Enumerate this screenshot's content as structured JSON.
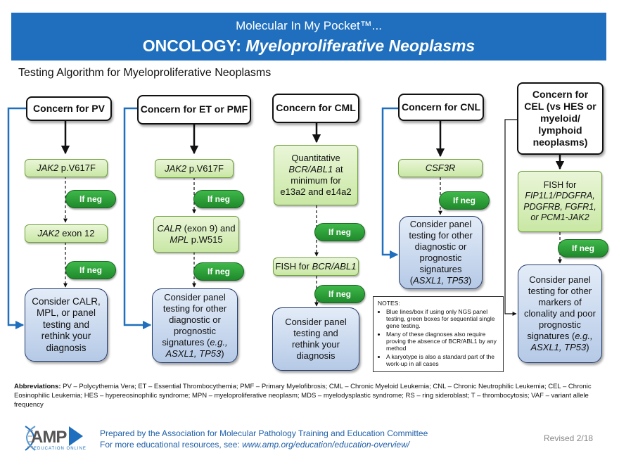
{
  "header": {
    "subtitle": "Molecular In My Pocket™...",
    "title_prefix": "ONCOLOGY: ",
    "title_italic": "Myeloproliferative Neoplasms"
  },
  "diagram_title": "Testing Algorithm for Myeloproliferative Neoplasms",
  "pill_label": "If neg",
  "columns": {
    "pv": {
      "concern": "Concern for PV",
      "test1_gene": "JAK2",
      "test1_rest": " p.V617F",
      "test2_gene": "JAK2",
      "test2_rest": " exon 12",
      "final": "Consider CALR, MPL, or panel testing and rethink your diagnosis"
    },
    "et": {
      "concern": "Concern for ET or PMF",
      "test1_gene": "JAK2",
      "test1_rest": " p.V617F",
      "test2_gene1": "CALR",
      "test2_rest1": " (exon 9) and ",
      "test2_gene2": "MPL",
      "test2_rest2": " p.W515",
      "final_pre": "Consider panel testing for other diagnostic or prognostic signatures (",
      "final_italic": "e.g., ASXL1, TP53",
      "final_post": ")"
    },
    "cml": {
      "concern": "Concern for CML",
      "test1_pre": "Quantitative ",
      "test1_gene": "BCR/ABL1",
      "test1_post": " at minimum for e13a2 and e14a2",
      "test2_pre": "FISH for ",
      "test2_gene": "BCR/ABL1",
      "final": "Consider panel testing and rethink your diagnosis"
    },
    "cnl": {
      "concern": "Concern for CNL",
      "test1_gene": "CSF3R",
      "final_pre": "Consider panel testing for other diagnostic or prognostic signatures (",
      "final_italic": "ASXL1, TP53",
      "final_post": ")"
    },
    "cel": {
      "concern": "Concern for CEL (vs HES or myeloid/ lymphoid neoplasms)",
      "test1_pre": "FISH for ",
      "test1_genes": "FIP1L1/PDGFRA, PDGFRB, FGFR1, or PCM1-JAK2",
      "final_pre": "Consider panel testing for other markers of clonality and poor prognostic signatures (",
      "final_italic": "e.g., ASXL1, TP53",
      "final_post": ")"
    }
  },
  "notes": {
    "heading": "NOTES:",
    "items": [
      "Blue lines/box if using only NGS panel testing, green boxes for sequential single gene testing.",
      "Many of these diagnoses also require proving the absence of BCR/ABL1 by any method",
      "A karyotype is also a standard part of the work-up in all cases"
    ]
  },
  "abbreviations": {
    "label": "Abbreviations:",
    "text": " PV – Polycythemia Vera; ET – Essential Thrombocythemia; PMF – Primary Myelofibrosis; CML – Chronic Myeloid Leukemia; CNL – Chronic Neutrophilic Leukemia; CEL – Chronic Eosinophilic Leukemia; HES – hypereosinophilic syndrome; MPN – myeloproliferative neoplasm; MDS – myelodysplastic syndrome; RS – ring sideroblast; T – thrombocytosis; VAF – variant allele frequency"
  },
  "footer": {
    "line1": "Prepared by the Association for Molecular Pathology Training and Education Committee",
    "line2_pre": "For more educational resources, see: ",
    "line2_link": "www.amp.org/education/education-overview/",
    "revised": "Revised 2/18",
    "logo_text": "AMP",
    "logo_sub": "EDUCATION ONLINE"
  },
  "colors": {
    "header_blue": "#1f6fbe",
    "line_blue": "#1f6fbe",
    "pill_green": "#2aa13a",
    "green_box": "#c9e7a4",
    "blue_box": "#b5c9e6"
  }
}
